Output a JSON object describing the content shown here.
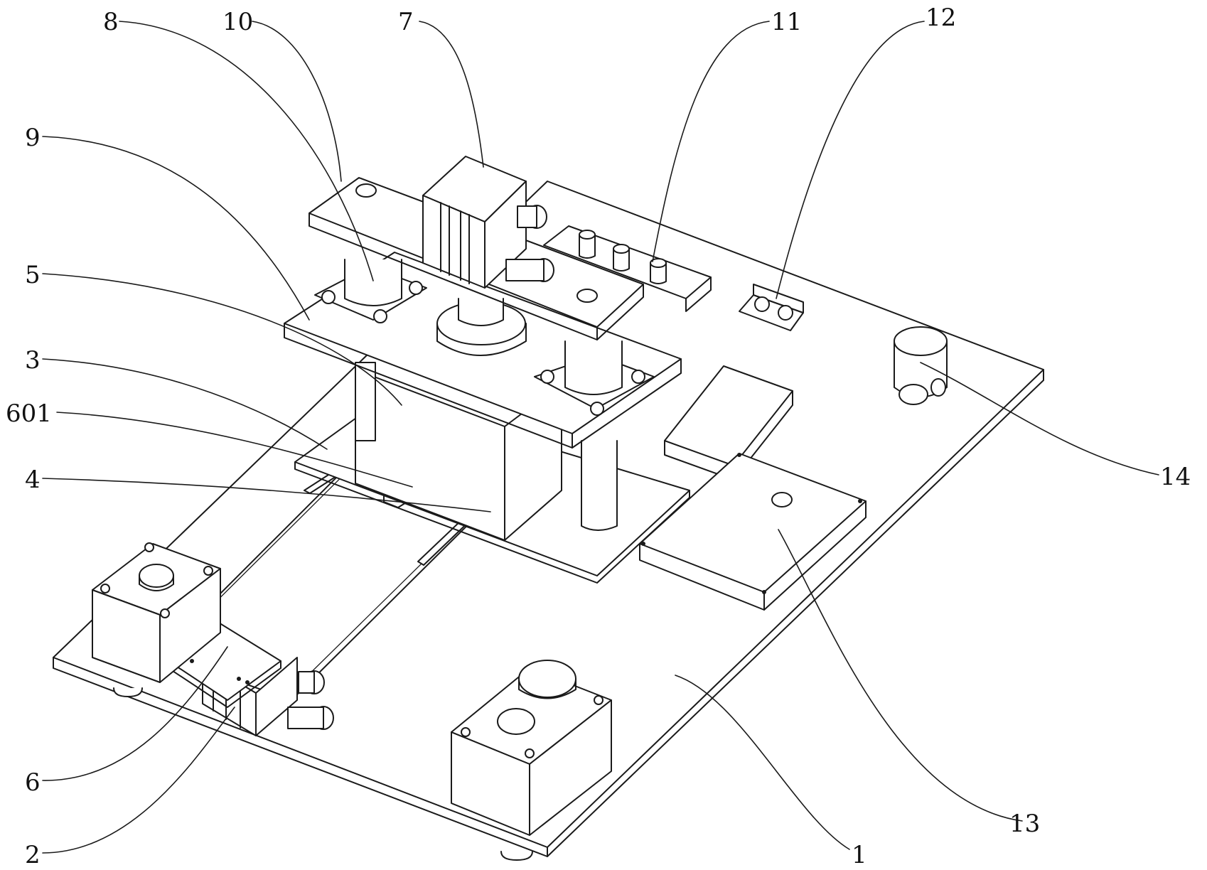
{
  "figure": {
    "labels": {
      "l1": "1",
      "l2": "2",
      "l3": "3",
      "l4": "4",
      "l5": "5",
      "l6": "6",
      "l601": "601",
      "l7": "7",
      "l8": "8",
      "l9": "9",
      "l10": "10",
      "l11": "11",
      "l12": "12",
      "l13": "13",
      "l14": "14"
    }
  }
}
